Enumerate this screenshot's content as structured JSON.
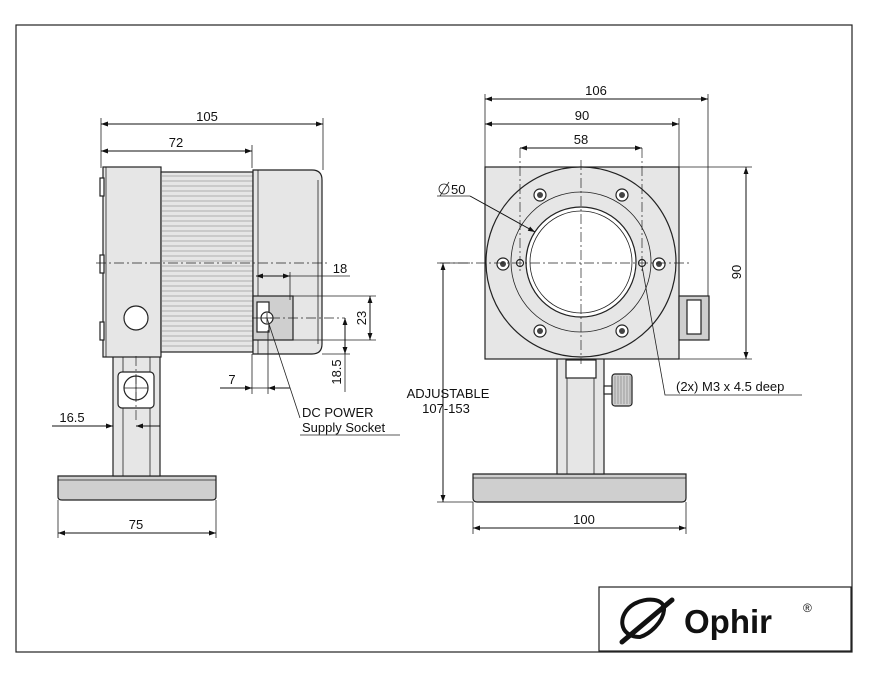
{
  "side_view": {
    "dim_overall_length": "105",
    "dim_body_length": "72",
    "dim_connector_offset": "18",
    "dim_connector_height": "23",
    "dim_connector_position": "18.5",
    "dim_connector_depth": "7",
    "dim_post_offset": "16.5",
    "dim_base_length": "75",
    "label_dc_power": "DC POWER",
    "label_supply_socket": "Supply Socket"
  },
  "front_view": {
    "dim_overall_width": "106",
    "dim_mount_width": "90",
    "dim_inner_width": "58",
    "dim_aperture": "50",
    "dim_height": "90",
    "label_adjustable": "ADJUSTABLE",
    "label_adjustable_range": "107-153",
    "label_screws": "(2x) M3 x 4.5 deep",
    "dim_base_width": "100"
  },
  "logo": {
    "brand": "Ophir",
    "trademark": "®"
  }
}
